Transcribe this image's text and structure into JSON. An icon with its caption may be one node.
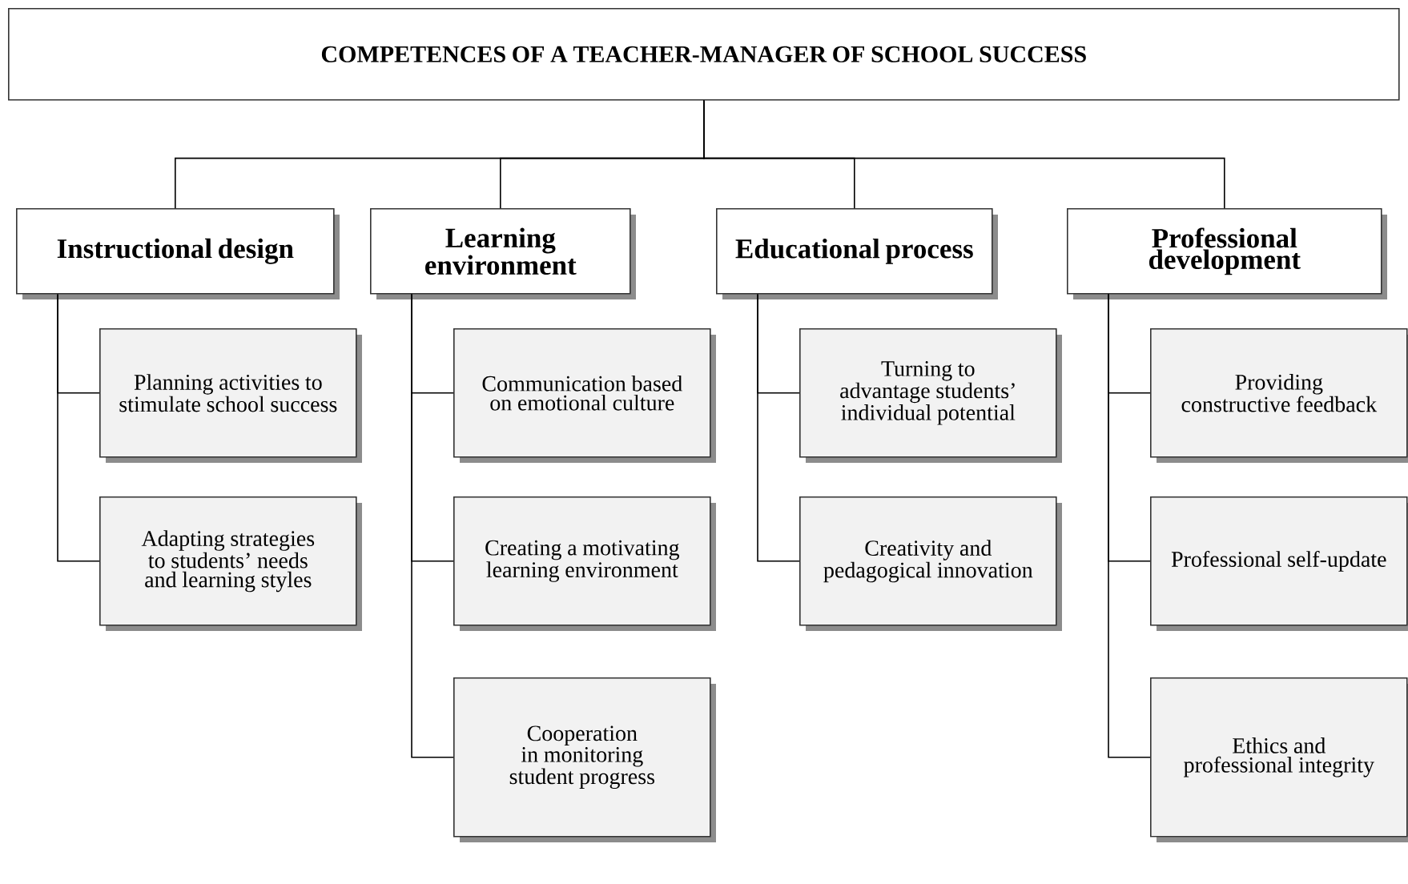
{
  "diagram": {
    "nodes": [
      {
        "text": [
          "COMPETENCES OF A TEACHER-MANAGER OF SCHOOL SUCCESS"
        ]
      },
      {
        "text": [
          "Instructional design"
        ]
      },
      {
        "text": [
          "Planning activities to stimulate school success"
        ]
      },
      {
        "text": [
          "Adapting strategies to students’ needs and learning styles"
        ]
      },
      {
        "text": [
          "Learning environment"
        ]
      },
      {
        "text": [
          "Communication based on emotional culture"
        ]
      },
      {
        "text": [
          "Creating a motivating learning environment"
        ]
      },
      {
        "text": [
          "Cooperation in monitoring student progress"
        ]
      },
      {
        "text": [
          "Educational process"
        ]
      },
      {
        "text": [
          "Turning to advantage students’ individual potential"
        ]
      },
      {
        "text": [
          "Creativity and pedagogical innovation"
        ]
      },
      {
        "text": [
          "Professional development"
        ]
      },
      {
        "text": [
          "Providing constructive feedback"
        ]
      },
      {
        "text": [
          "Professional self-update"
        ]
      },
      {
        "text": [
          "Ethics and professional integrity"
        ]
      }
    ],
    "edges": [
      {
        "from": 0,
        "to": 1,
        "arrow": "none"
      },
      {
        "from": 0,
        "to": 4,
        "arrow": "none"
      },
      {
        "from": 0,
        "to": 8,
        "arrow": "none"
      },
      {
        "from": 0,
        "to": 11,
        "arrow": "none"
      },
      {
        "from": 1,
        "to": 2,
        "arrow": "none"
      },
      {
        "from": 1,
        "to": 3,
        "arrow": "none"
      },
      {
        "from": 4,
        "to": 5,
        "arrow": "none"
      },
      {
        "from": 4,
        "to": 6,
        "arrow": "none"
      },
      {
        "from": 4,
        "to": 7,
        "arrow": "none"
      },
      {
        "from": 8,
        "to": 9,
        "arrow": "none"
      },
      {
        "from": 8,
        "to": 10,
        "arrow": "none"
      },
      {
        "from": 11,
        "to": 12,
        "arrow": "none"
      },
      {
        "from": 11,
        "to": 13,
        "arrow": "none"
      },
      {
        "from": 11,
        "to": 14,
        "arrow": "none"
      }
    ]
  }
}
